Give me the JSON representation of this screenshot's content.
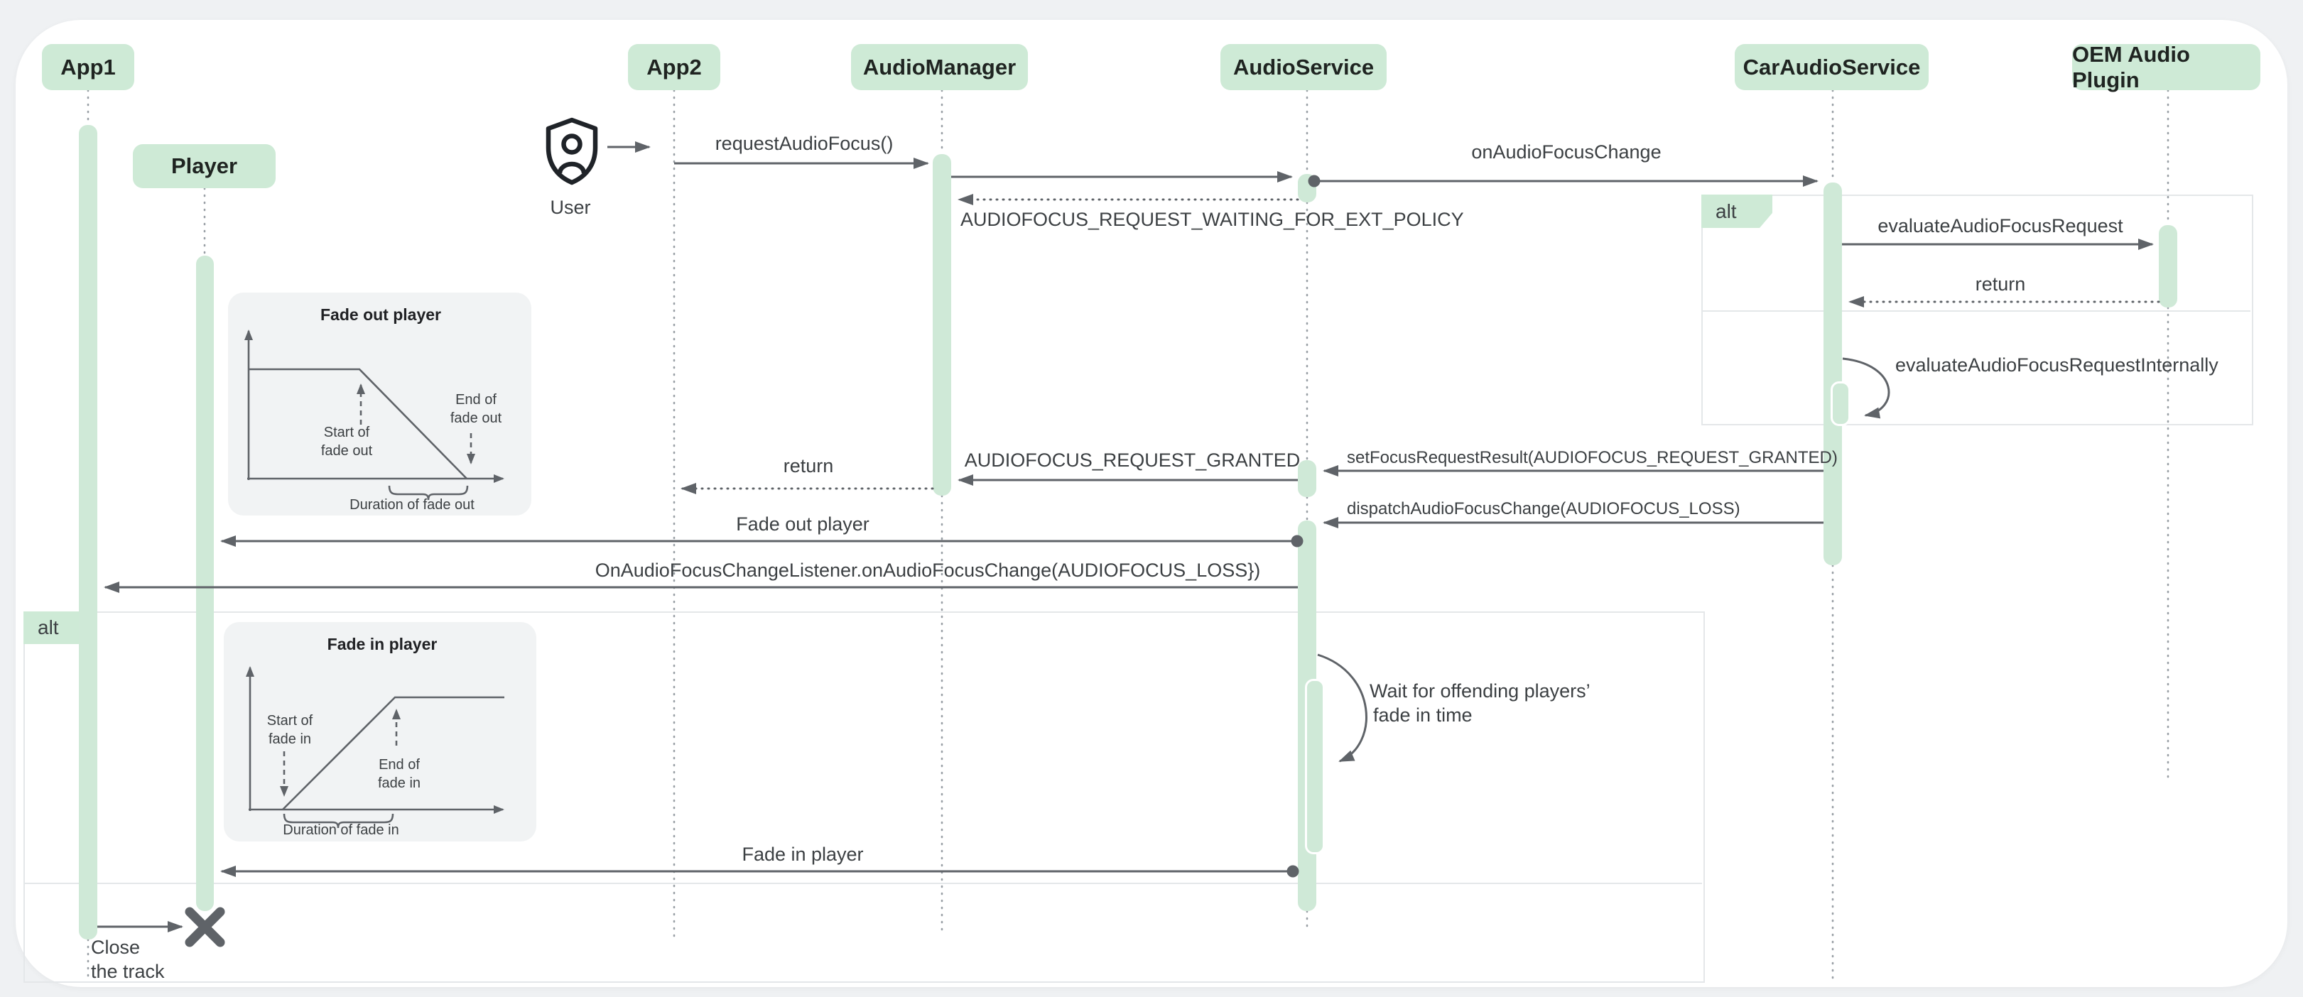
{
  "colors": {
    "participant_fill": "#ceead6",
    "activation_fill": "#cfe9d7",
    "note_fill": "#f1f3f4",
    "arrow": "#5f6368",
    "lifeline": "#9aa0a6",
    "text_dark": "#202124",
    "text_message": "#3c4043",
    "canvas": "#ffffff",
    "page_background": "#eff1f3",
    "fragment_border": "#e4e7e9"
  },
  "actor": {
    "label": "User"
  },
  "participants": [
    {
      "label": "App1"
    },
    {
      "label": "Player"
    },
    {
      "label": "App2"
    },
    {
      "label": "AudioManager"
    },
    {
      "label": "AudioService"
    },
    {
      "label": "CarAudioService"
    },
    {
      "label": "OEM Audio Plugin"
    }
  ],
  "fragments": [
    {
      "label": "alt"
    },
    {
      "label": "alt"
    }
  ],
  "messages": {
    "request_audio_focus": "requestAudioFocus()",
    "on_audio_focus_change": "onAudioFocusChange",
    "waiting_ext_policy": "AUDIOFOCUS_REQUEST_WAITING_FOR_EXT_POLICY",
    "evaluate_audio_focus_request": "evaluateAudioFocusRequest",
    "return_oem": "return",
    "evaluate_internally": "evaluateAudioFocusRequestInternally",
    "set_focus_request_result": "setFocusRequestResult(AUDIOFOCUS_REQUEST_GRANTED)",
    "request_granted": "AUDIOFOCUS_REQUEST_GRANTED",
    "return_manager": "return",
    "dispatch_focus_change": "dispatchAudioFocusChange(AUDIOFOCUS_LOSS)",
    "fade_out_player": "Fade out player",
    "on_focus_change_listener": "OnAudioFocusChangeListener.onAudioFocusChange(AUDIOFOCUS_LOSS})",
    "wait_line1": "Wait for offending players’",
    "wait_line2": "fade in time",
    "fade_in_player": "Fade in player",
    "close_line1": "Close",
    "close_line2": "the track"
  },
  "notes": {
    "fade_out": {
      "title": "Fade out player",
      "start_l1": "Start of",
      "start_l2": "fade out",
      "end_l1": "End of",
      "end_l2": "fade out",
      "duration": "Duration of fade out"
    },
    "fade_in": {
      "title": "Fade in player",
      "start_l1": "Start of",
      "start_l2": "fade in",
      "end_l1": "End of",
      "end_l2": "fade in",
      "duration": "Duration of fade in"
    }
  }
}
